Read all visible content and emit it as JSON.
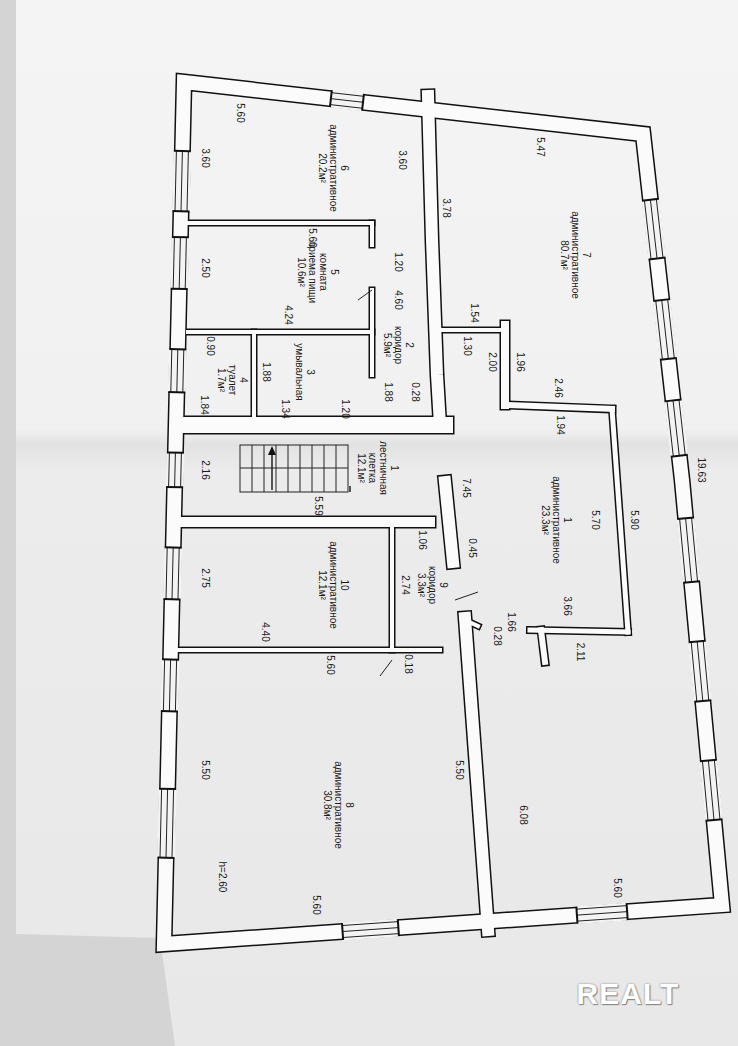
{
  "diagram": {
    "nodes": [
      {
        "text": [
          "7",
          "административное",
          "80.7м²"
        ]
      },
      {
        "text": [
          "6",
          "административное",
          "20.2м²"
        ]
      },
      {
        "text": [
          "5",
          "комната приема пищи",
          "10.6м²"
        ]
      },
      {
        "text": [
          "2",
          "коридор",
          "5.9м²"
        ]
      },
      {
        "text": [
          "3",
          "умывальная"
        ]
      },
      {
        "text": [
          "4",
          "туалет",
          "1.7м²"
        ]
      },
      {
        "text": [
          "1",
          "лестничная клетка",
          "12.1м²"
        ]
      },
      {
        "text": [
          "1",
          "административное",
          "23.3м²"
        ]
      },
      {
        "text": [
          "9",
          "коридор",
          "3.3м²"
        ]
      },
      {
        "text": [
          "10",
          "административное",
          "12.1м²"
        ]
      },
      {
        "text": [
          "8",
          "административное",
          "30.8м²"
        ]
      }
    ],
    "labels": [
      "5.60",
      "5.47",
      "3.60",
      "3.60",
      "3.78",
      "5.60",
      "1.20",
      "2.50",
      "4.24",
      "4.60",
      "1.54",
      "1.30",
      "2.00",
      "1.96",
      "0.90",
      "1.88",
      "1.88",
      "0.28",
      "1.84",
      "1.34",
      "1.20",
      "2.46",
      "1.94",
      "19.63",
      "2.16",
      "7.45",
      "5.59",
      "5.70",
      "5.90",
      "1.06",
      "0.45",
      "2.74",
      "3.66",
      "1.66",
      "0.28",
      "2.11",
      "2.75",
      "4.40",
      "5.60",
      "0.18",
      "5.50",
      "5.50",
      "6.08",
      "h=2.60",
      "5.60",
      "5.60",
      "REALT"
    ]
  }
}
